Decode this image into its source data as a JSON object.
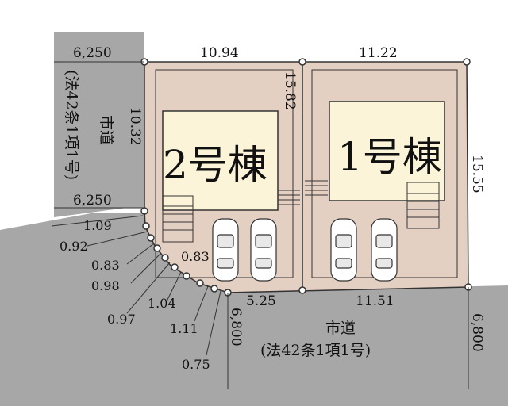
{
  "buildings": {
    "b2": {
      "label": "2号棟"
    },
    "b1": {
      "label": "1号棟"
    }
  },
  "roads": {
    "west": {
      "label_1": "市道",
      "label_2": "(法42条1項1号)",
      "width_top": "6,250",
      "width_bottom": "6,250"
    },
    "south": {
      "label_1": "市道",
      "label_2": "(法42条1項1号)",
      "width_left": "6,800",
      "width_right": "6,800"
    }
  },
  "dimensions": {
    "top_left": "10.94",
    "top_right": "11.22",
    "left_side": "10.32",
    "center_divider": "15.82",
    "right_side": "15.55",
    "bottom_left": "5.25",
    "bottom_right": "11.51",
    "inner_corner": "0.83",
    "corner_segments": [
      "1.09",
      "0.92",
      "0.83",
      "0.98",
      "0.97",
      "1.04",
      "1.11",
      "0.75"
    ]
  },
  "colors": {
    "lot": "#e4cfc3",
    "building": "#fbf4d8",
    "road": "#a7a7a7",
    "line": "#333333"
  }
}
